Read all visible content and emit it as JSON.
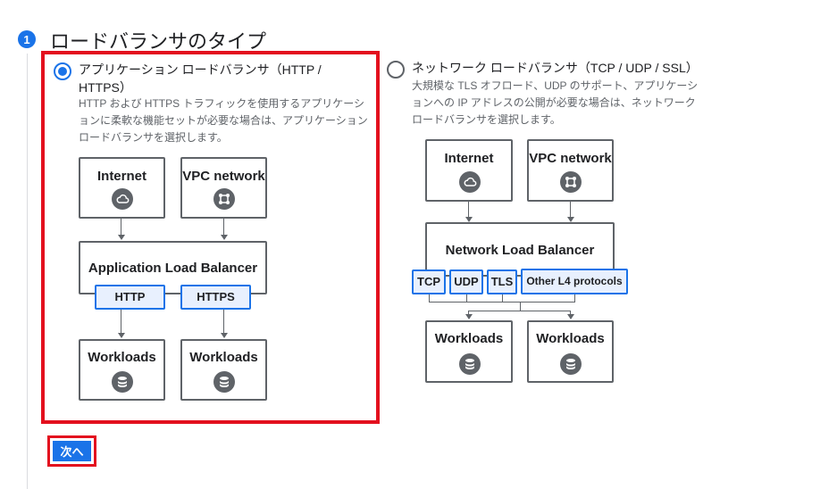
{
  "step": {
    "number": "1",
    "title": "ロードバランサのタイプ"
  },
  "colors": {
    "accent": "#1a73e8",
    "highlight": "#e3101e",
    "protocol_fill": "#e8f0fe"
  },
  "application_lb": {
    "selected": true,
    "title_line1": "アプリケーション ロードバランサ（HTTP /",
    "title_line2": "HTTPS）",
    "desc_line1": "HTTP および HTTPS トラフィックを使用するアプリケーシ",
    "desc_line2": "ョンに柔軟な機能セットが必要な場合は、アプリケーション",
    "desc_line3": "ロードバランサを選択します。",
    "diagram": {
      "internet": "Internet",
      "vpc": "VPC network",
      "balancer": "Application Load Balancer",
      "protocols": [
        "HTTP",
        "HTTPS"
      ],
      "workloads": [
        "Workloads",
        "Workloads"
      ],
      "icons": {
        "internet": "cloud-icon",
        "vpc": "network-hub-icon",
        "workloads": "database-icon"
      }
    }
  },
  "network_lb": {
    "selected": false,
    "title": "ネットワーク ロードバランサ（TCP / UDP / SSL）",
    "desc_line1": "大規模な TLS オフロード、UDP のサポート、アプリケーシ",
    "desc_line2": "ョンへの IP アドレスの公開が必要な場合は、ネットワーク",
    "desc_line3": "ロードバランサを選択します。",
    "diagram": {
      "internet": "Internet",
      "vpc": "VPC network",
      "balancer": "Network Load Balancer",
      "protocols": [
        "TCP",
        "UDP",
        "TLS",
        "Other L4 protocols"
      ],
      "workloads": [
        "Workloads",
        "Workloads"
      ],
      "icons": {
        "internet": "cloud-icon",
        "vpc": "network-hub-icon",
        "workloads": "database-icon"
      }
    }
  },
  "next_button": "次へ"
}
